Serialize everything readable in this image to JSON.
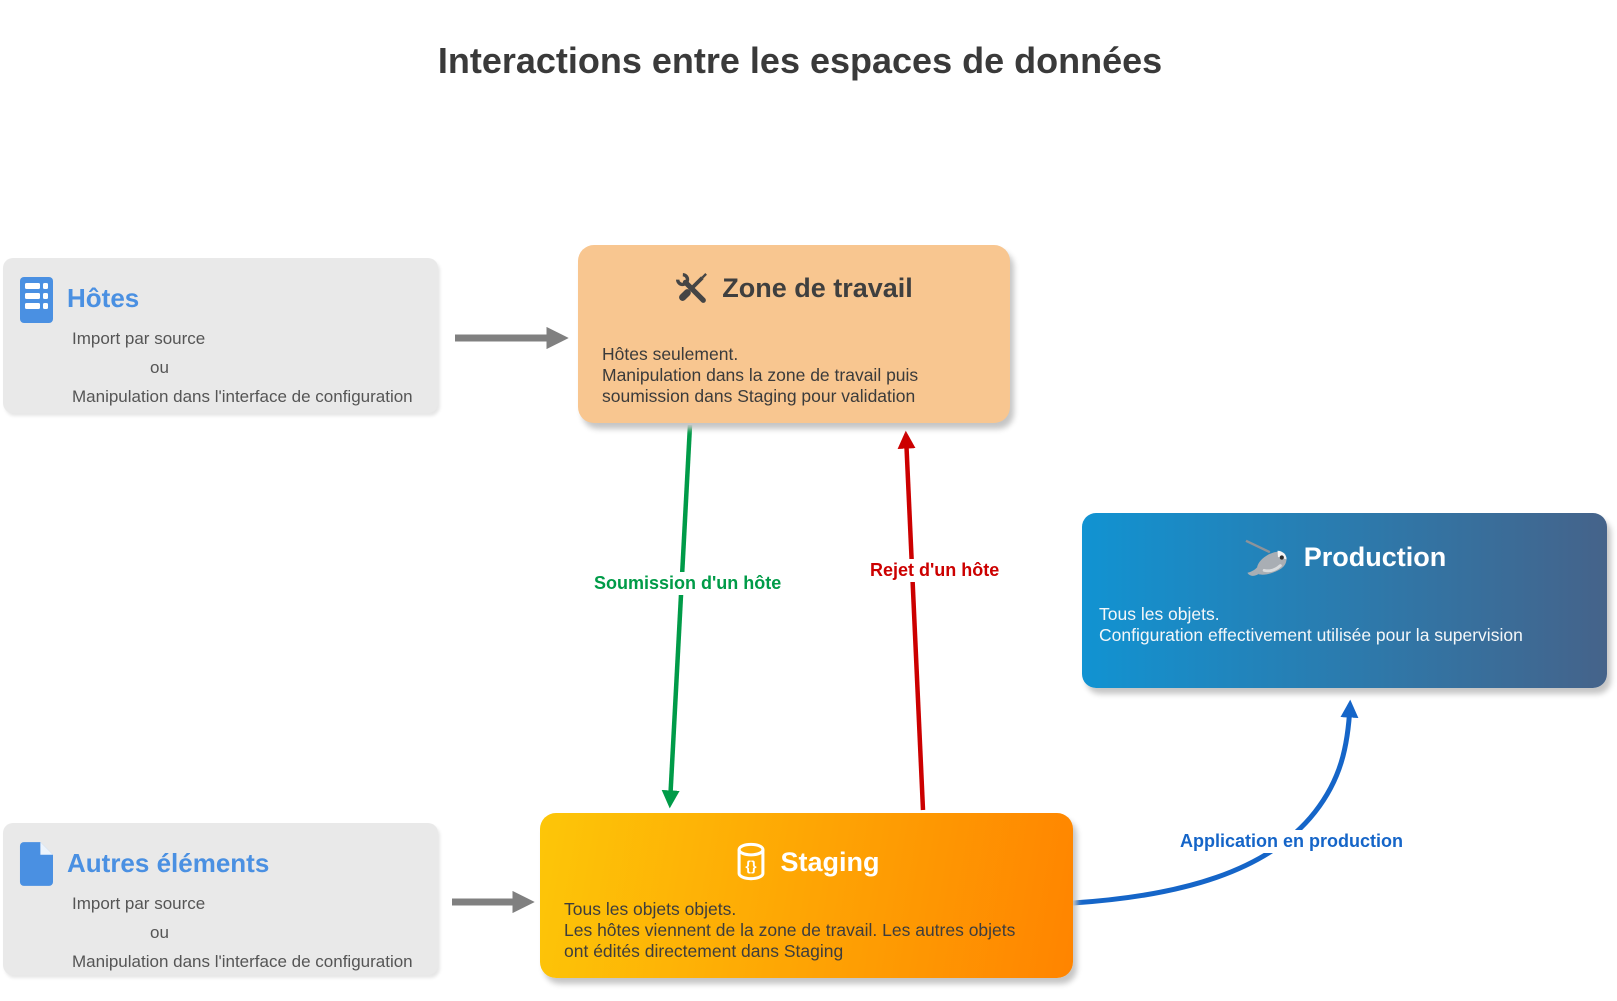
{
  "title": "Interactions entre les espaces de données",
  "boxes": {
    "hotes": {
      "title": "Hôtes",
      "icon": "server-icon",
      "lines": [
        "Import par source",
        "ou",
        "Manipulation dans l'interface de configuration"
      ]
    },
    "autres_elements": {
      "title": "Autres éléments",
      "icon": "document-icon",
      "lines": [
        "Import par source",
        "ou",
        "Manipulation dans l'interface de configuration"
      ]
    },
    "zone_de_travail": {
      "title": "Zone de travail",
      "icon": "tools-icon",
      "lines": [
        "Hôtes seulement.",
        "Manipulation dans la zone de travail puis",
        "soumission dans Staging pour validation"
      ]
    },
    "staging": {
      "title": "Staging",
      "icon": "database-icon",
      "icon_glyph": "{}",
      "lines": [
        "Tous les objets objets.",
        "Les hôtes viennent de la zone de travail. Les autres objets",
        "ont édités directement dans Staging"
      ]
    },
    "production": {
      "title": "Production",
      "icon": "fish-icon",
      "lines": [
        "Tous les objets.",
        "Configuration effectivement utilisée pour la supervision"
      ]
    }
  },
  "arrows": {
    "hotes_to_zone": {
      "from": "hotes",
      "to": "zone_de_travail",
      "color": "#808080"
    },
    "autres_to_staging": {
      "from": "autres_elements",
      "to": "staging",
      "color": "#808080"
    },
    "soumission": {
      "label": "Soumission d'un hôte",
      "from": "zone_de_travail",
      "to": "staging",
      "color": "#009b48"
    },
    "rejet": {
      "label": "Rejet d'un hôte",
      "from": "staging",
      "to": "zone_de_travail",
      "color": "#cc0000"
    },
    "application": {
      "label": "Application en production",
      "from": "staging",
      "to": "production",
      "color": "#1565c8"
    }
  },
  "colors": {
    "accent_blue": "#4a90e2",
    "gray_box": "#e9e9e9",
    "zone_box": "#f8c690",
    "staging_gradient": [
      "#fdc608",
      "#ff8400"
    ],
    "production_gradient": [
      "#1193d2",
      "#45638a"
    ],
    "title_text": "#3a3a3a",
    "body_text": "#555555"
  }
}
